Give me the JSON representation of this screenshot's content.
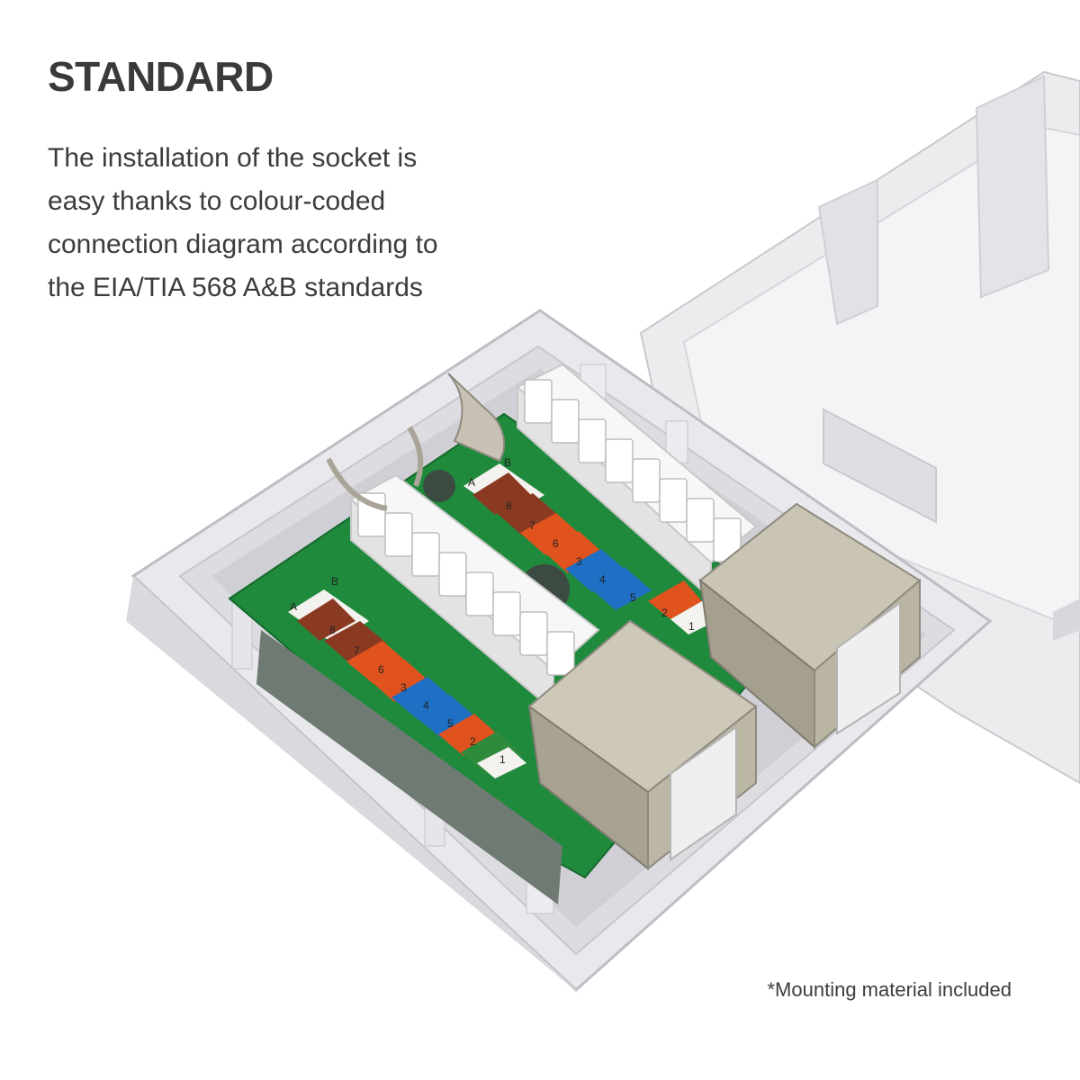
{
  "heading": "STANDARD",
  "description_lines": [
    "The installation of the socket is",
    "easy thanks to colour-coded",
    "connection diagram according to",
    "the EIA/TIA 568 A&B standards"
  ],
  "footnote": "*Mounting material included",
  "colors": {
    "heading": "#3a3a3a",
    "text": "#3c3c3c",
    "housing": "#e6e6ea",
    "pcb": "#1f8a3c",
    "brown": "#8b3a22",
    "orange": "#e0531e",
    "blue": "#1f6fc4",
    "green": "#2e8b3c",
    "metal": "#b9b4a3"
  },
  "board_labels": {
    "left_block": [
      "A",
      "B",
      "8",
      "7",
      "6",
      "3",
      "4",
      "5",
      "2",
      "1"
    ],
    "right_block": [
      "A",
      "B",
      "8",
      "7",
      "6",
      "3",
      "4",
      "5",
      "2",
      "1"
    ]
  }
}
